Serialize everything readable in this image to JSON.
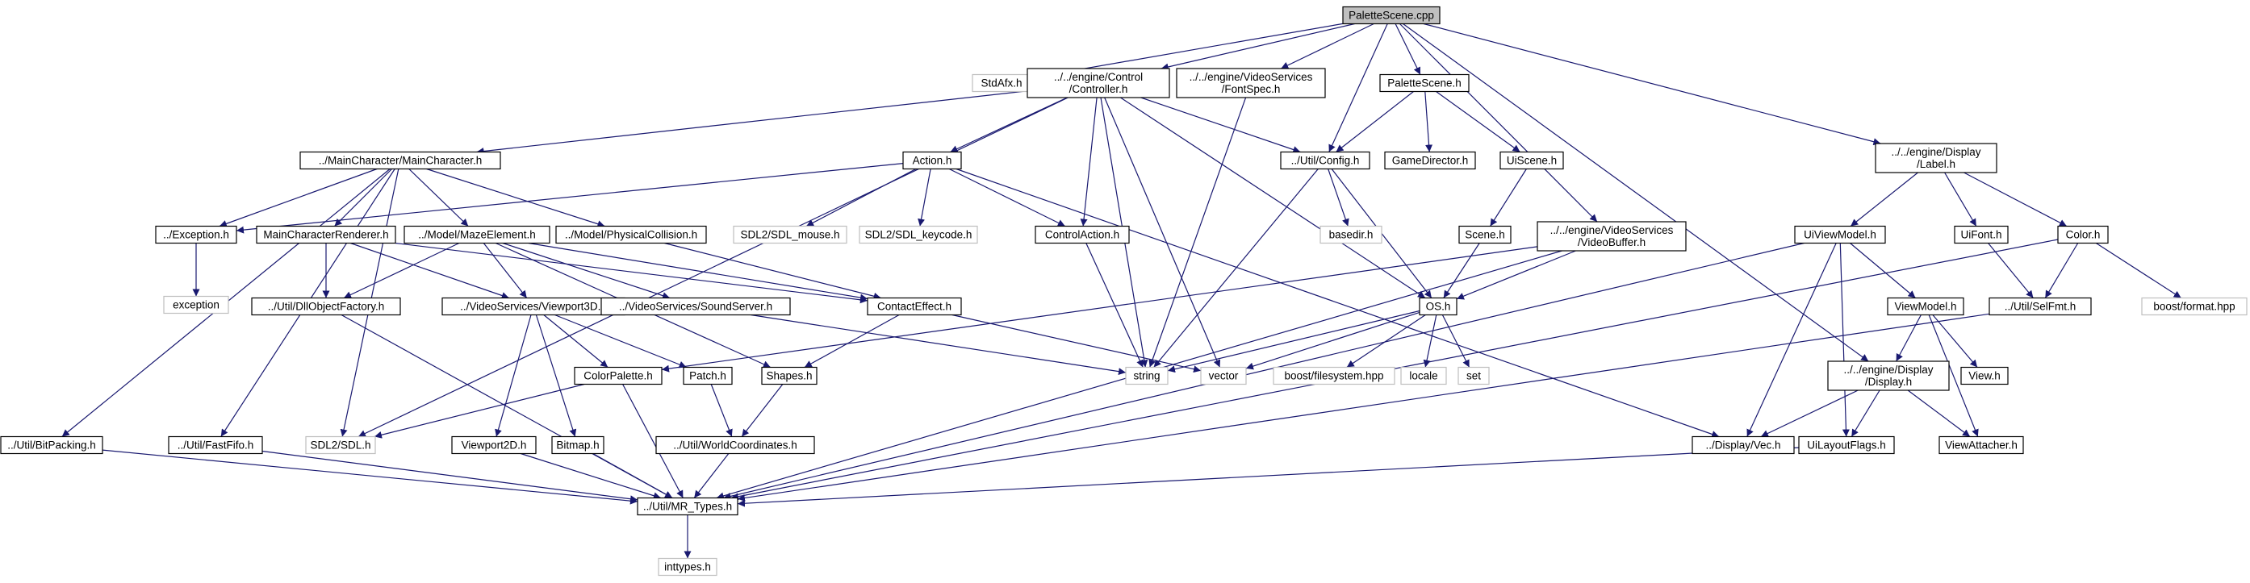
{
  "graph": {
    "nodes": [
      {
        "id": "PaletteScene.cpp",
        "lines": [
          "PaletteScene.cpp"
        ],
        "kind": "root"
      },
      {
        "id": "StdAfx.h",
        "lines": [
          "StdAfx.h"
        ],
        "kind": "sys"
      },
      {
        "id": "Controller.h",
        "lines": [
          "../../engine/Control",
          "/Controller.h"
        ],
        "kind": "file"
      },
      {
        "id": "FontSpec.h",
        "lines": [
          "../../engine/VideoServices",
          "/FontSpec.h"
        ],
        "kind": "file"
      },
      {
        "id": "PaletteScene.h",
        "lines": [
          "PaletteScene.h"
        ],
        "kind": "file"
      },
      {
        "id": "Label.h",
        "lines": [
          "../../engine/Display",
          "/Label.h"
        ],
        "kind": "file"
      },
      {
        "id": "MainCharacter.h",
        "lines": [
          "../MainCharacter/MainCharacter.h"
        ],
        "kind": "file"
      },
      {
        "id": "Action.h",
        "lines": [
          "Action.h"
        ],
        "kind": "file"
      },
      {
        "id": "Config.h",
        "lines": [
          "../Util/Config.h"
        ],
        "kind": "file"
      },
      {
        "id": "GameDirector.h",
        "lines": [
          "GameDirector.h"
        ],
        "kind": "file"
      },
      {
        "id": "UiScene.h",
        "lines": [
          "UiScene.h"
        ],
        "kind": "file"
      },
      {
        "id": "Exception.h",
        "lines": [
          "../Exception.h"
        ],
        "kind": "file"
      },
      {
        "id": "MainCharacterRenderer.h",
        "lines": [
          "MainCharacterRenderer.h"
        ],
        "kind": "file"
      },
      {
        "id": "MazeElement.h",
        "lines": [
          "../Model/MazeElement.h"
        ],
        "kind": "file"
      },
      {
        "id": "PhysicalCollision.h",
        "lines": [
          "../Model/PhysicalCollision.h"
        ],
        "kind": "file"
      },
      {
        "id": "SDL_mouse.h",
        "lines": [
          "SDL2/SDL_mouse.h"
        ],
        "kind": "sys"
      },
      {
        "id": "SDL_keycode.h",
        "lines": [
          "SDL2/SDL_keycode.h"
        ],
        "kind": "sys"
      },
      {
        "id": "ControlAction.h",
        "lines": [
          "ControlAction.h"
        ],
        "kind": "file"
      },
      {
        "id": "basedir.h",
        "lines": [
          "basedir.h"
        ],
        "kind": "sys"
      },
      {
        "id": "Scene.h",
        "lines": [
          "Scene.h"
        ],
        "kind": "file"
      },
      {
        "id": "VideoBuffer.h",
        "lines": [
          "../../engine/VideoServices",
          "/VideoBuffer.h"
        ],
        "kind": "file"
      },
      {
        "id": "UiViewModel.h",
        "lines": [
          "UiViewModel.h"
        ],
        "kind": "file"
      },
      {
        "id": "UiFont.h",
        "lines": [
          "UiFont.h"
        ],
        "kind": "file"
      },
      {
        "id": "Color.h",
        "lines": [
          "Color.h"
        ],
        "kind": "file"
      },
      {
        "id": "exception",
        "lines": [
          "exception"
        ],
        "kind": "sys"
      },
      {
        "id": "DllObjectFactory.h",
        "lines": [
          "../Util/DllObjectFactory.h"
        ],
        "kind": "file"
      },
      {
        "id": "Viewport3D.h",
        "lines": [
          "../VideoServices/Viewport3D.h"
        ],
        "kind": "file"
      },
      {
        "id": "SoundServer.h",
        "lines": [
          "../VideoServices/SoundServer.h"
        ],
        "kind": "file"
      },
      {
        "id": "ContactEffect.h",
        "lines": [
          "ContactEffect.h"
        ],
        "kind": "file"
      },
      {
        "id": "OS.h",
        "lines": [
          "OS.h"
        ],
        "kind": "file"
      },
      {
        "id": "ViewModel.h",
        "lines": [
          "ViewModel.h"
        ],
        "kind": "file"
      },
      {
        "id": "SelFmt.h",
        "lines": [
          "../Util/SelFmt.h"
        ],
        "kind": "file"
      },
      {
        "id": "boost/format.hpp",
        "lines": [
          "boost/format.hpp"
        ],
        "kind": "sys"
      },
      {
        "id": "ColorPalette.h",
        "lines": [
          "ColorPalette.h"
        ],
        "kind": "file"
      },
      {
        "id": "Patch.h",
        "lines": [
          "Patch.h"
        ],
        "kind": "file"
      },
      {
        "id": "Shapes.h",
        "lines": [
          "Shapes.h"
        ],
        "kind": "file"
      },
      {
        "id": "string",
        "lines": [
          "string"
        ],
        "kind": "sys"
      },
      {
        "id": "vector",
        "lines": [
          "vector"
        ],
        "kind": "sys"
      },
      {
        "id": "boost/filesystem.hpp",
        "lines": [
          "boost/filesystem.hpp"
        ],
        "kind": "sys"
      },
      {
        "id": "locale",
        "lines": [
          "locale"
        ],
        "kind": "sys"
      },
      {
        "id": "set",
        "lines": [
          "set"
        ],
        "kind": "sys"
      },
      {
        "id": "Display.h",
        "lines": [
          "../../engine/Display",
          "/Display.h"
        ],
        "kind": "file"
      },
      {
        "id": "View.h",
        "lines": [
          "View.h"
        ],
        "kind": "file"
      },
      {
        "id": "BitPacking.h",
        "lines": [
          "../Util/BitPacking.h"
        ],
        "kind": "file"
      },
      {
        "id": "FastFifo.h",
        "lines": [
          "../Util/FastFifo.h"
        ],
        "kind": "file"
      },
      {
        "id": "SDL.h",
        "lines": [
          "SDL2/SDL.h"
        ],
        "kind": "sys"
      },
      {
        "id": "Viewport2D.h",
        "lines": [
          "Viewport2D.h"
        ],
        "kind": "file"
      },
      {
        "id": "Bitmap.h",
        "lines": [
          "Bitmap.h"
        ],
        "kind": "file"
      },
      {
        "id": "WorldCoordinates.h",
        "lines": [
          "../Util/WorldCoordinates.h"
        ],
        "kind": "file"
      },
      {
        "id": "Vec.h",
        "lines": [
          "../Display/Vec.h"
        ],
        "kind": "file"
      },
      {
        "id": "UiLayoutFlags.h",
        "lines": [
          "UiLayoutFlags.h"
        ],
        "kind": "file"
      },
      {
        "id": "ViewAttacher.h",
        "lines": [
          "ViewAttacher.h"
        ],
        "kind": "file"
      },
      {
        "id": "MR_Types.h",
        "lines": [
          "../Util/MR_Types.h"
        ],
        "kind": "file"
      },
      {
        "id": "inttypes.h",
        "lines": [
          "inttypes.h"
        ],
        "kind": "sys"
      }
    ],
    "edges": [
      [
        "PaletteScene.cpp",
        "StdAfx.h"
      ],
      [
        "PaletteScene.cpp",
        "Controller.h"
      ],
      [
        "PaletteScene.cpp",
        "FontSpec.h"
      ],
      [
        "PaletteScene.cpp",
        "PaletteScene.h"
      ],
      [
        "PaletteScene.cpp",
        "Label.h"
      ],
      [
        "PaletteScene.cpp",
        "Config.h"
      ],
      [
        "PaletteScene.cpp",
        "VideoBuffer.h"
      ],
      [
        "PaletteScene.cpp",
        "Display.h"
      ],
      [
        "Controller.h",
        "MainCharacter.h"
      ],
      [
        "Controller.h",
        "Action.h"
      ],
      [
        "Controller.h",
        "Config.h"
      ],
      [
        "Controller.h",
        "ControlAction.h"
      ],
      [
        "Controller.h",
        "string"
      ],
      [
        "Controller.h",
        "vector"
      ],
      [
        "Controller.h",
        "OS.h"
      ],
      [
        "Controller.h",
        "SDL.h"
      ],
      [
        "FontSpec.h",
        "string"
      ],
      [
        "PaletteScene.h",
        "Config.h"
      ],
      [
        "PaletteScene.h",
        "GameDirector.h"
      ],
      [
        "PaletteScene.h",
        "UiScene.h"
      ],
      [
        "Label.h",
        "UiViewModel.h"
      ],
      [
        "Label.h",
        "UiFont.h"
      ],
      [
        "Label.h",
        "Color.h"
      ],
      [
        "MainCharacter.h",
        "Exception.h"
      ],
      [
        "MainCharacter.h",
        "MainCharacterRenderer.h"
      ],
      [
        "MainCharacter.h",
        "MazeElement.h"
      ],
      [
        "MainCharacter.h",
        "PhysicalCollision.h"
      ],
      [
        "MainCharacter.h",
        "BitPacking.h"
      ],
      [
        "MainCharacter.h",
        "FastFifo.h"
      ],
      [
        "MainCharacter.h",
        "SDL.h"
      ],
      [
        "Action.h",
        "Exception.h"
      ],
      [
        "Action.h",
        "SDL_mouse.h"
      ],
      [
        "Action.h",
        "SDL_keycode.h"
      ],
      [
        "Action.h",
        "ControlAction.h"
      ],
      [
        "Action.h",
        "Vec.h"
      ],
      [
        "Config.h",
        "basedir.h"
      ],
      [
        "Config.h",
        "OS.h"
      ],
      [
        "Config.h",
        "string"
      ],
      [
        "UiScene.h",
        "Scene.h"
      ],
      [
        "Scene.h",
        "OS.h"
      ],
      [
        "Exception.h",
        "exception"
      ],
      [
        "MainCharacterRenderer.h",
        "DllObjectFactory.h"
      ],
      [
        "MainCharacterRenderer.h",
        "Viewport3D.h"
      ],
      [
        "MainCharacterRenderer.h",
        "ContactEffect.h"
      ],
      [
        "MazeElement.h",
        "DllObjectFactory.h"
      ],
      [
        "MazeElement.h",
        "Viewport3D.h"
      ],
      [
        "MazeElement.h",
        "SoundServer.h"
      ],
      [
        "MazeElement.h",
        "ContactEffect.h"
      ],
      [
        "MazeElement.h",
        "Shapes.h"
      ],
      [
        "PhysicalCollision.h",
        "ContactEffect.h"
      ],
      [
        "ControlAction.h",
        "string"
      ],
      [
        "VideoBuffer.h",
        "OS.h"
      ],
      [
        "VideoBuffer.h",
        "ColorPalette.h"
      ],
      [
        "VideoBuffer.h",
        "MR_Types.h"
      ],
      [
        "UiViewModel.h",
        "ViewModel.h"
      ],
      [
        "UiViewModel.h",
        "Vec.h"
      ],
      [
        "UiViewModel.h",
        "UiLayoutFlags.h"
      ],
      [
        "UiViewModel.h",
        "MR_Types.h"
      ],
      [
        "UiFont.h",
        "SelFmt.h"
      ],
      [
        "Color.h",
        "SelFmt.h"
      ],
      [
        "Color.h",
        "boost/format.hpp"
      ],
      [
        "Color.h",
        "MR_Types.h"
      ],
      [
        "DllObjectFactory.h",
        "MR_Types.h"
      ],
      [
        "Viewport3D.h",
        "ColorPalette.h"
      ],
      [
        "Viewport3D.h",
        "Patch.h"
      ],
      [
        "Viewport3D.h",
        "Viewport2D.h"
      ],
      [
        "Viewport3D.h",
        "Bitmap.h"
      ],
      [
        "SoundServer.h",
        "string"
      ],
      [
        "ContactEffect.h",
        "Shapes.h"
      ],
      [
        "ContactEffect.h",
        "vector"
      ],
      [
        "OS.h",
        "string"
      ],
      [
        "OS.h",
        "vector"
      ],
      [
        "OS.h",
        "boost/filesystem.hpp"
      ],
      [
        "OS.h",
        "locale"
      ],
      [
        "OS.h",
        "set"
      ],
      [
        "ViewModel.h",
        "Display.h"
      ],
      [
        "ViewModel.h",
        "View.h"
      ],
      [
        "ViewModel.h",
        "ViewAttacher.h"
      ],
      [
        "SelFmt.h",
        "MR_Types.h"
      ],
      [
        "ColorPalette.h",
        "SDL.h"
      ],
      [
        "ColorPalette.h",
        "MR_Types.h"
      ],
      [
        "Patch.h",
        "WorldCoordinates.h"
      ],
      [
        "Shapes.h",
        "WorldCoordinates.h"
      ],
      [
        "Display.h",
        "Vec.h"
      ],
      [
        "Display.h",
        "UiLayoutFlags.h"
      ],
      [
        "Display.h",
        "ViewAttacher.h"
      ],
      [
        "BitPacking.h",
        "MR_Types.h"
      ],
      [
        "FastFifo.h",
        "MR_Types.h"
      ],
      [
        "Viewport2D.h",
        "MR_Types.h"
      ],
      [
        "Bitmap.h",
        "MR_Types.h"
      ],
      [
        "WorldCoordinates.h",
        "MR_Types.h"
      ],
      [
        "UiLayoutFlags.h",
        "MR_Types.h"
      ],
      [
        "MR_Types.h",
        "inttypes.h"
      ]
    ]
  }
}
